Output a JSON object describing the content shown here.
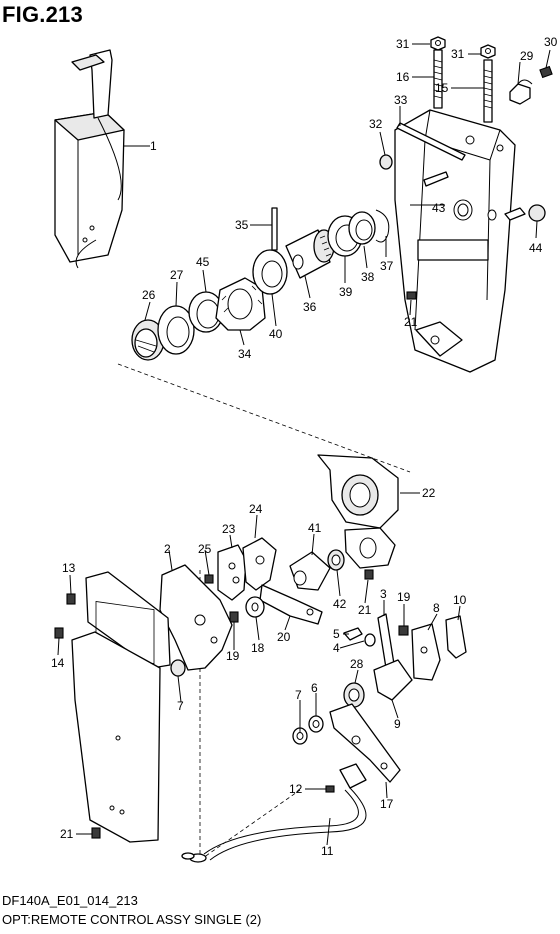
{
  "figure": {
    "title": "FIG.213",
    "code": "DF140A_E01_014_213",
    "description": "OPT:REMOTE CONTROL ASSY SINGLE (2)"
  },
  "callouts": [
    "1",
    "2",
    "3",
    "4",
    "5",
    "6",
    "7",
    "7",
    "8",
    "9",
    "10",
    "11",
    "12",
    "13",
    "14",
    "15",
    "16",
    "17",
    "18",
    "19",
    "19",
    "20",
    "21",
    "21",
    "21",
    "22",
    "23",
    "24",
    "25",
    "26",
    "27",
    "28",
    "29",
    "30",
    "31",
    "31",
    "32",
    "33",
    "34",
    "35",
    "36",
    "37",
    "38",
    "39",
    "40",
    "41",
    "42",
    "43",
    "44",
    "45"
  ]
}
